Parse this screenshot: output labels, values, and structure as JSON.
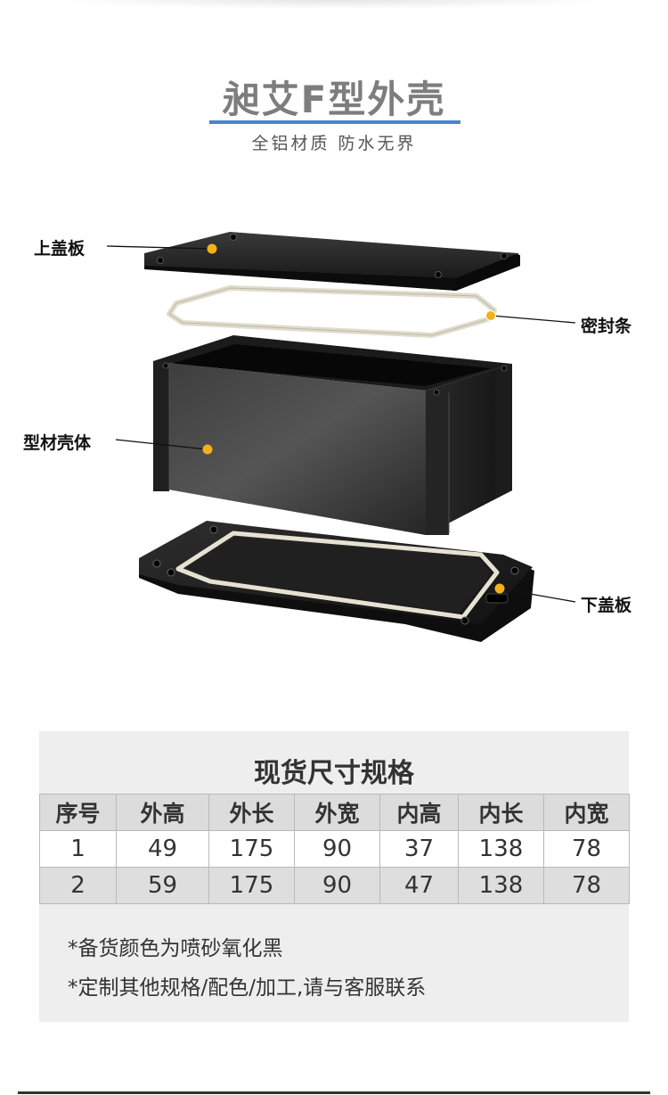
{
  "header": {
    "title": "昶艾F型外壳",
    "subtitle": "全铝材质 防水无界"
  },
  "diagram": {
    "labels": {
      "top_cover": "上盖板",
      "seal": "密封条",
      "body": "型材壳体",
      "bottom_cover": "下盖板"
    }
  },
  "specs": {
    "title": "现货尺寸规格",
    "columns": [
      "序号",
      "外高",
      "外长",
      "外宽",
      "内高",
      "内长",
      "内宽"
    ],
    "rows": [
      [
        "1",
        "49",
        "175",
        "90",
        "37",
        "138",
        "78"
      ],
      [
        "2",
        "59",
        "175",
        "90",
        "47",
        "138",
        "78"
      ]
    ],
    "notes": [
      "*备货颜色为喷砂氧化黑",
      "*定制其他规格/配色/加工,请与客服联系"
    ]
  },
  "colors": {
    "accent_blue": "#4a86c8",
    "callout_dot": "#f3b11a",
    "panel_bg": "#eeeeee",
    "enclosure_black": "#1e1e1e"
  }
}
